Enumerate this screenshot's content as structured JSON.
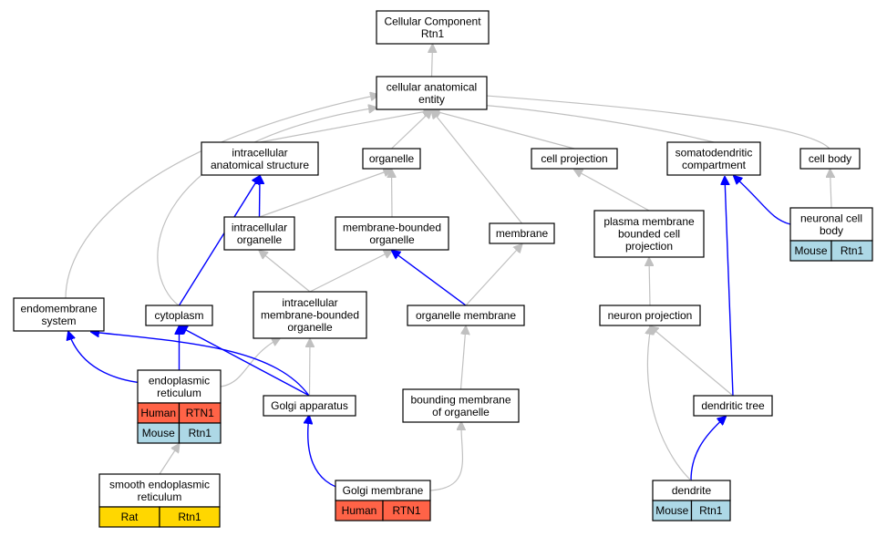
{
  "nodes": {
    "root": {
      "lines": [
        "Cellular Component",
        "Rtn1"
      ]
    },
    "cae": {
      "lines": [
        "cellular anatomical",
        "entity"
      ]
    },
    "ias": {
      "lines": [
        "intracellular",
        "anatomical structure"
      ]
    },
    "organelle": {
      "lines": [
        "organelle"
      ]
    },
    "cellproj": {
      "lines": [
        "cell projection"
      ]
    },
    "somato": {
      "lines": [
        "somatodendritic",
        "compartment"
      ]
    },
    "cellbody": {
      "lines": [
        "cell body"
      ]
    },
    "intraorg": {
      "lines": [
        "intracellular",
        "organelle"
      ]
    },
    "mbo": {
      "lines": [
        "membrane-bounded",
        "organelle"
      ]
    },
    "membrane": {
      "lines": [
        "membrane"
      ]
    },
    "pmbcp": {
      "lines": [
        "plasma membrane",
        "bounded cell",
        "projection"
      ]
    },
    "ncb": {
      "lines": [
        "neuronal cell",
        "body"
      ],
      "species": [
        {
          "name": "Mouse",
          "gene": "Rtn1",
          "color": "#add8e6"
        }
      ]
    },
    "endomem": {
      "lines": [
        "endomembrane",
        "system"
      ]
    },
    "cytoplasm": {
      "lines": [
        "cytoplasm"
      ]
    },
    "imbo": {
      "lines": [
        "intracellular",
        "membrane-bounded",
        "organelle"
      ]
    },
    "orgmem": {
      "lines": [
        "organelle membrane"
      ]
    },
    "neuproj": {
      "lines": [
        "neuron projection"
      ]
    },
    "er": {
      "lines": [
        "endoplasmic",
        "reticulum"
      ],
      "species": [
        {
          "name": "Human",
          "gene": "RTN1",
          "color": "#ff6347"
        },
        {
          "name": "Mouse",
          "gene": "Rtn1",
          "color": "#add8e6"
        }
      ]
    },
    "golgi": {
      "lines": [
        "Golgi apparatus"
      ]
    },
    "bmo": {
      "lines": [
        "bounding membrane",
        "of organelle"
      ]
    },
    "dtree": {
      "lines": [
        "dendritic tree"
      ]
    },
    "ser": {
      "lines": [
        "smooth endoplasmic",
        "reticulum"
      ],
      "species": [
        {
          "name": "Rat",
          "gene": "Rtn1",
          "color": "#ffd700"
        }
      ]
    },
    "golgimem": {
      "lines": [
        "Golgi membrane"
      ],
      "species": [
        {
          "name": "Human",
          "gene": "RTN1",
          "color": "#ff6347"
        }
      ]
    },
    "dendrite": {
      "lines": [
        "dendrite"
      ],
      "species": [
        {
          "name": "Mouse",
          "gene": "Rtn1",
          "color": "#add8e6"
        }
      ]
    }
  },
  "edges": [
    {
      "from": "cae",
      "to": "root",
      "color": "gray"
    },
    {
      "from": "ias",
      "to": "cae",
      "color": "gray"
    },
    {
      "from": "organelle",
      "to": "cae",
      "color": "gray"
    },
    {
      "from": "cellproj",
      "to": "cae",
      "color": "gray"
    },
    {
      "from": "somato",
      "to": "cae",
      "color": "gray"
    },
    {
      "from": "cellbody",
      "to": "cae",
      "color": "gray"
    },
    {
      "from": "membrane",
      "to": "cae",
      "color": "gray"
    },
    {
      "from": "endomem",
      "to": "cae",
      "color": "gray"
    },
    {
      "from": "cytoplasm",
      "to": "cae",
      "color": "gray"
    },
    {
      "from": "intraorg",
      "to": "ias",
      "color": "blue"
    },
    {
      "from": "intraorg",
      "to": "organelle",
      "color": "gray"
    },
    {
      "from": "mbo",
      "to": "organelle",
      "color": "gray"
    },
    {
      "from": "pmbcp",
      "to": "cellproj",
      "color": "gray"
    },
    {
      "from": "ncb",
      "to": "cellbody",
      "color": "gray"
    },
    {
      "from": "ncb",
      "to": "somato",
      "color": "blue"
    },
    {
      "from": "cytoplasm",
      "to": "ias",
      "color": "blue"
    },
    {
      "from": "imbo",
      "to": "intraorg",
      "color": "gray"
    },
    {
      "from": "imbo",
      "to": "mbo",
      "color": "gray"
    },
    {
      "from": "orgmem",
      "to": "mbo",
      "color": "blue"
    },
    {
      "from": "orgmem",
      "to": "membrane",
      "color": "gray"
    },
    {
      "from": "neuproj",
      "to": "pmbcp",
      "color": "gray"
    },
    {
      "from": "er",
      "to": "endomem",
      "color": "blue"
    },
    {
      "from": "er",
      "to": "cytoplasm",
      "color": "blue"
    },
    {
      "from": "er",
      "to": "imbo",
      "color": "gray"
    },
    {
      "from": "golgi",
      "to": "endomem",
      "color": "blue"
    },
    {
      "from": "golgi",
      "to": "cytoplasm",
      "color": "blue"
    },
    {
      "from": "golgi",
      "to": "imbo",
      "color": "gray"
    },
    {
      "from": "bmo",
      "to": "orgmem",
      "color": "gray"
    },
    {
      "from": "dtree",
      "to": "neuproj",
      "color": "gray"
    },
    {
      "from": "dtree",
      "to": "somato",
      "color": "blue"
    },
    {
      "from": "ser",
      "to": "er",
      "color": "gray"
    },
    {
      "from": "golgimem",
      "to": "golgi",
      "color": "blue"
    },
    {
      "from": "golgimem",
      "to": "bmo",
      "color": "gray"
    },
    {
      "from": "dendrite",
      "to": "dtree",
      "color": "blue"
    },
    {
      "from": "dendrite",
      "to": "neuproj",
      "color": "gray"
    }
  ],
  "colors": {
    "gray_edge": "#c0c0c0",
    "blue_edge": "#0000ff",
    "node_border": "#000000"
  }
}
